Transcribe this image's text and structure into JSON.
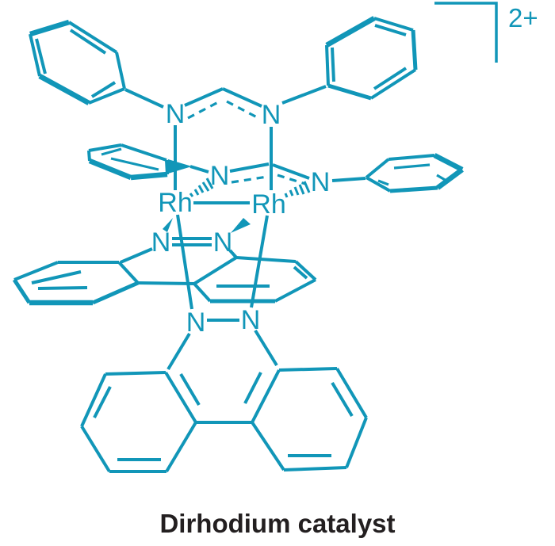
{
  "figure": {
    "kind": "chemical-structure",
    "charge": "2+",
    "caption": "Dirhodium catalyst",
    "colors": {
      "structure": "#1196B8",
      "caption": "#231F20",
      "background": "#FFFFFF"
    },
    "atom_labels": {
      "amidinate1_n_left": "N",
      "amidinate1_n_right": "N",
      "amidinate2_n_left": "N",
      "amidinate2_n_right": "N",
      "rh_left": "Rh",
      "rh_right": "Rh",
      "cinnoline_upper_n_left": "N",
      "cinnoline_upper_n_right": "N",
      "cinnoline_lower_n_left": "N",
      "cinnoline_lower_n_right": "N"
    }
  }
}
